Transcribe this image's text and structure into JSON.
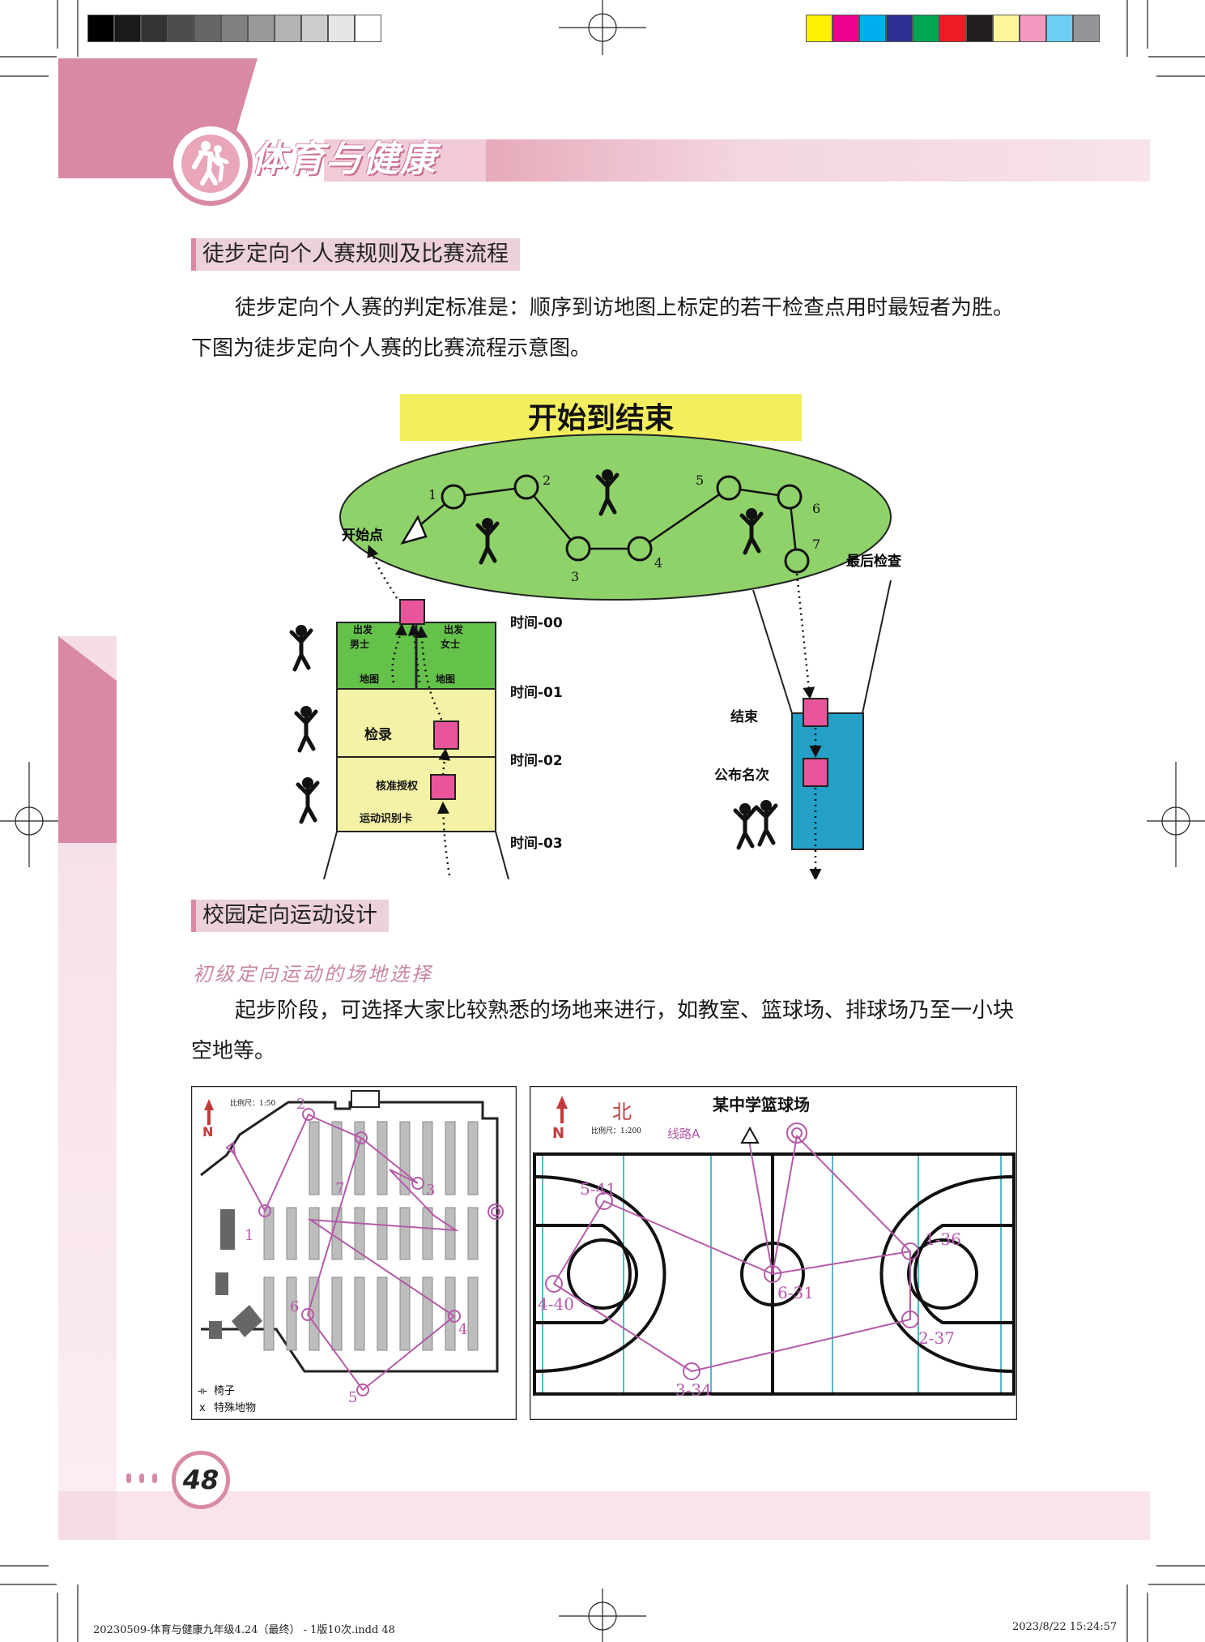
{
  "printer_marks": {
    "grays": [
      "#000000",
      "#1a1a1a",
      "#333333",
      "#4d4d4d",
      "#666666",
      "#808080",
      "#999999",
      "#b3b3b3",
      "#cccccc",
      "#e6e6e6",
      "#ffffff"
    ],
    "colors": [
      "#fff200",
      "#ec008c",
      "#00aeef",
      "#2e3192",
      "#00a651",
      "#ed1c24",
      "#231f20",
      "#fff799",
      "#f49ac1",
      "#6dcff6",
      "#939598"
    ]
  },
  "header": {
    "title": "体育与健康",
    "icon": "athlete-silhouette-icon",
    "accent": "#d98aa2"
  },
  "section1": {
    "heading": "徒步定向个人赛规则及比赛流程",
    "paragraph": "徒步定向个人赛的判定标准是：顺序到访地图上标定的若干检查点用时最短者为胜。下图为徒步定向个人赛的比赛流程示意图。"
  },
  "flow": {
    "banner": "开始到结束",
    "start_label": "开始点",
    "checkpoints": [
      "1",
      "2",
      "3",
      "4",
      "5",
      "6",
      "7"
    ],
    "last_check": "最后检查",
    "depart_male": "出发\n男士",
    "depart_female": "出发\n女士",
    "map_left": "地图",
    "map_right": "地图",
    "checkin": "检录",
    "authorize": "核准授权",
    "sport_card": "运动识别卡",
    "times": [
      "时间-00",
      "时间-01",
      "时间-02",
      "时间-03"
    ],
    "finish": "结束",
    "ranking": "公布名次"
  },
  "section2": {
    "heading": "校园定向运动设计",
    "subheading": "初级定向运动的场地选择",
    "paragraph": "起步阶段，可选择大家比较熟悉的场地来进行，如教室、篮球场、排球场乃至一小块空地等。"
  },
  "map_left": {
    "scale": "比例尺：1:50",
    "north": "N",
    "points": [
      "1",
      "2",
      "3",
      "4",
      "5",
      "6",
      "7"
    ],
    "legend_chair": "椅子",
    "legend_special": "特殊地物"
  },
  "map_right": {
    "north_char": "北",
    "north": "N",
    "title": "某中学篮球场",
    "scale": "比例尺：1:200",
    "route": "线路A",
    "points": [
      "1-36",
      "2-37",
      "3-34",
      "4-40",
      "5-41",
      "6-31"
    ]
  },
  "page_number": "48",
  "footer": {
    "left": "20230509-体育与健康九年级4.24（最终） - 1版10次.indd   48",
    "right": "2023/8/22   15:24:57"
  }
}
